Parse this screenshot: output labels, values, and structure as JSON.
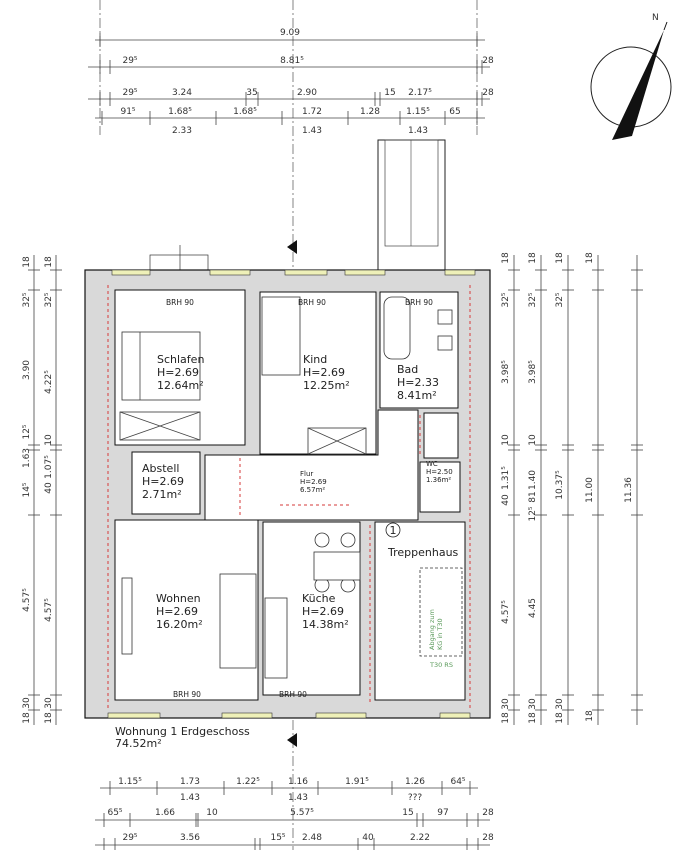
{
  "compass": {
    "north_label": "N"
  },
  "dimensions": {
    "top_rows": [
      [
        "9.09"
      ],
      [
        "29⁵",
        "8.81⁵",
        "28"
      ],
      [
        "29⁵",
        "3.24",
        "35",
        "2.90",
        "15",
        "2.17⁵",
        "28"
      ],
      [
        "91⁵",
        "1.68⁵",
        "1.68⁵",
        "1.72",
        "1.28",
        "1.15⁵",
        "65"
      ],
      [
        "2.33",
        "1.43",
        "1.43"
      ]
    ],
    "bottom_rows": [
      [
        "1.15⁵",
        "1.73",
        "1.22⁵",
        "1.16",
        "1.91⁵",
        "1.26",
        "64⁵"
      ],
      [
        "1.43",
        "1.43",
        "???"
      ],
      [
        "65⁵",
        "1.66",
        "10",
        "5.57⁵",
        "15",
        "97",
        "28"
      ],
      [
        "29⁵",
        "3.56",
        "15⁵",
        "2.48",
        "40",
        "2.22",
        "28"
      ]
    ],
    "left_cols": [
      [
        "18",
        "32⁵",
        "3.90",
        "12⁵",
        "1.63",
        "14⁵",
        "4.57⁵",
        "30",
        "18"
      ],
      [
        "18",
        "32⁵",
        "4.22⁵",
        "10",
        "1.07⁵",
        "40",
        "4.57⁵",
        "30",
        "18"
      ]
    ],
    "right_cols": [
      [
        "18",
        "32⁵",
        "3.98⁵",
        "10",
        "1.31⁵",
        "40",
        "4.57⁵",
        "30",
        "18"
      ],
      [
        "18",
        "32⁵",
        "3.98⁵",
        "10",
        "1.40",
        "81",
        "12⁵",
        "4.45",
        "30",
        "18"
      ],
      [
        "18",
        "32⁵",
        "10.37⁵",
        "30",
        "18"
      ],
      [
        "18",
        "11.00",
        "18"
      ],
      [
        "11.36"
      ]
    ]
  },
  "rooms": {
    "schlafen": {
      "name": "Schlafen",
      "height": "H=2.69",
      "area": "12.64m²",
      "brh": "BRH 90"
    },
    "kind": {
      "name": "Kind",
      "height": "H=2.69",
      "area": "12.25m²",
      "brh": "BRH 90"
    },
    "bad": {
      "name": "Bad",
      "height": "H=2.33",
      "area": "8.41m²",
      "brh": "BRH 90"
    },
    "abstell": {
      "name": "Abstell",
      "height": "H=2.69",
      "area": "2.71m²"
    },
    "flur": {
      "name": "Flur",
      "height": "H=2.69",
      "area": "6.57m²"
    },
    "wc": {
      "name": "WC",
      "height": "H=2.50",
      "area": "1.36m²"
    },
    "wohnen": {
      "name": "Wohnen",
      "height": "H=2.69",
      "area": "16.20m²",
      "brh": "BRH 90"
    },
    "kueche": {
      "name": "Küche",
      "height": "H=2.69",
      "area": "14.38m²",
      "brh": "BRH 90"
    },
    "treppenhaus": {
      "name": "Treppenhaus",
      "number": "1",
      "stair_note_1": "Abgang zum",
      "stair_note_2": "KG in T30",
      "door_note": "T30 RS"
    }
  },
  "apartment": {
    "title": "Wohnung 1 Erdgeschoss",
    "total_area": "74.52m²"
  }
}
